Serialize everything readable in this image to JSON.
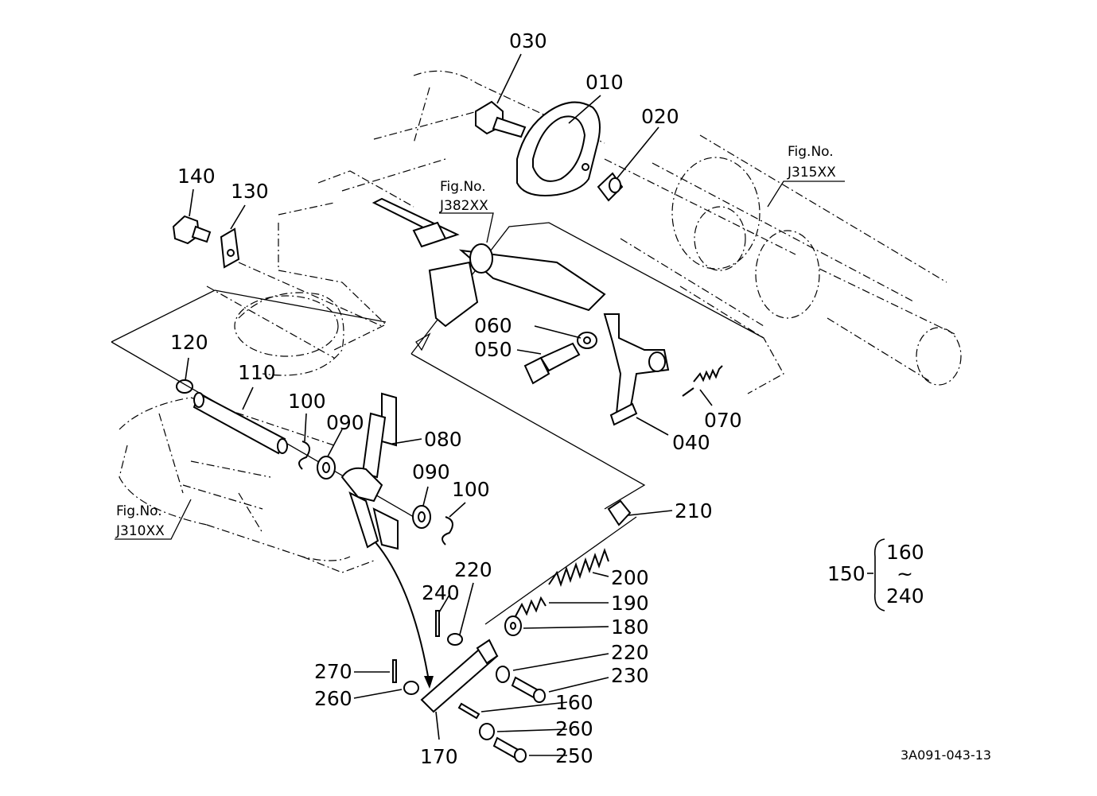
{
  "parts": [
    {
      "id": "p010",
      "label": "010"
    },
    {
      "id": "p020",
      "label": "020"
    },
    {
      "id": "p030",
      "label": "030"
    },
    {
      "id": "p040",
      "label": "040"
    },
    {
      "id": "p050",
      "label": "050"
    },
    {
      "id": "p060",
      "label": "060"
    },
    {
      "id": "p070",
      "label": "070"
    },
    {
      "id": "p080",
      "label": "080"
    },
    {
      "id": "p090a",
      "label": "090"
    },
    {
      "id": "p090b",
      "label": "090"
    },
    {
      "id": "p100a",
      "label": "100"
    },
    {
      "id": "p100b",
      "label": "100"
    },
    {
      "id": "p110",
      "label": "110"
    },
    {
      "id": "p120",
      "label": "120"
    },
    {
      "id": "p130",
      "label": "130"
    },
    {
      "id": "p140",
      "label": "140"
    },
    {
      "id": "p160",
      "label": "160"
    },
    {
      "id": "p170",
      "label": "170"
    },
    {
      "id": "p180",
      "label": "180"
    },
    {
      "id": "p190",
      "label": "190"
    },
    {
      "id": "p200",
      "label": "200"
    },
    {
      "id": "p210",
      "label": "210"
    },
    {
      "id": "p220a",
      "label": "220"
    },
    {
      "id": "p220b",
      "label": "220"
    },
    {
      "id": "p230",
      "label": "230"
    },
    {
      "id": "p240",
      "label": "240"
    },
    {
      "id": "p250",
      "label": "250"
    },
    {
      "id": "p260a",
      "label": "260"
    },
    {
      "id": "p260b",
      "label": "260"
    },
    {
      "id": "p270",
      "label": "270"
    }
  ],
  "figure_refs": [
    {
      "id": "fig315",
      "title": "Fig.No.",
      "code": "J315XX"
    },
    {
      "id": "fig382",
      "title": "Fig.No.",
      "code": "J382XX"
    },
    {
      "id": "fig310",
      "title": "Fig.No.",
      "code": "J310XX"
    }
  ],
  "assembly": {
    "label": "150",
    "from": "160",
    "tilde": "~",
    "to": "240"
  },
  "drawing_code": "3A091-043-13"
}
